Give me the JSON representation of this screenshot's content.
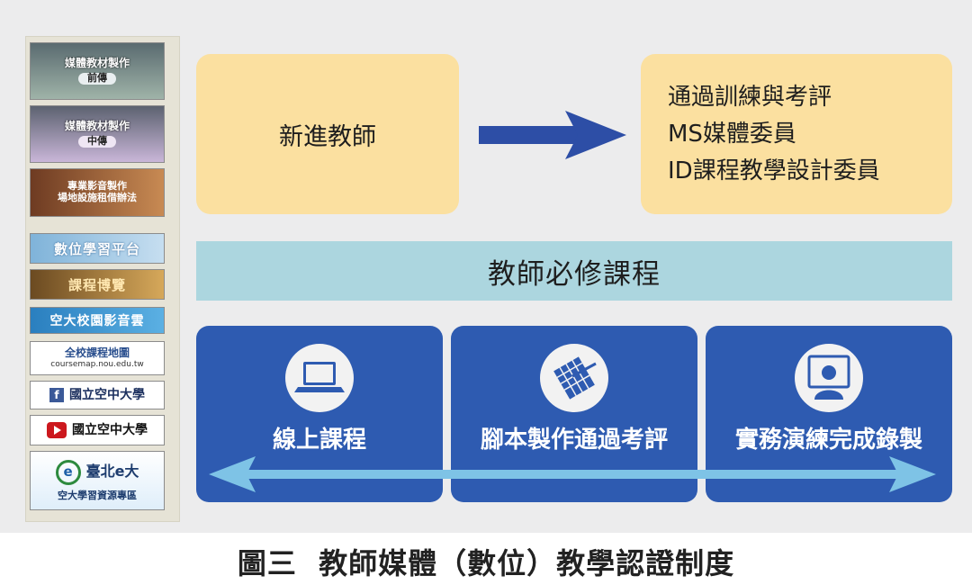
{
  "sidebar": {
    "banners": [
      {
        "line1": "媒體教材製作",
        "line2": "前傳"
      },
      {
        "line1": "媒體教材製作",
        "line2": "中傳"
      },
      {
        "line1": "專業影音製作",
        "line2": "場地設施租借辦法"
      },
      {
        "label": "數位學習平台"
      },
      {
        "label": "課程博覽"
      },
      {
        "label": "空大校園影音雲"
      },
      {
        "line1": "全校課程地圖",
        "line2": "coursemap.nou.edu.tw"
      },
      {
        "label": "國立空中大學",
        "icon": "facebook-icon"
      },
      {
        "label": "國立空中大學",
        "icon": "youtube-icon"
      },
      {
        "line1": "臺北e大",
        "line2": "空大學習資源專區"
      }
    ]
  },
  "diagram": {
    "start_box": "新進教師",
    "end_box_lines": [
      "通過訓練與考評",
      "MS媒體委員",
      "ID課程教學設計委員"
    ],
    "band_label": "教師必修課程",
    "steps": [
      {
        "label": "線上課程",
        "icon": "laptop-icon"
      },
      {
        "label": "腳本製作通過考評",
        "icon": "script-pen-icon"
      },
      {
        "label": "實務演練完成錄製",
        "icon": "recording-presenter-icon"
      }
    ]
  },
  "caption": "圖三  教師媒體（數位）教學認證制度",
  "colors": {
    "panel_bg": "#ececed",
    "yellow_box": "#fbe0a0",
    "band": "#acd6df",
    "blue_box": "#2e5bb1",
    "arrow_dark": "#2d4ea6",
    "arrow_light": "#7ec3e6"
  }
}
